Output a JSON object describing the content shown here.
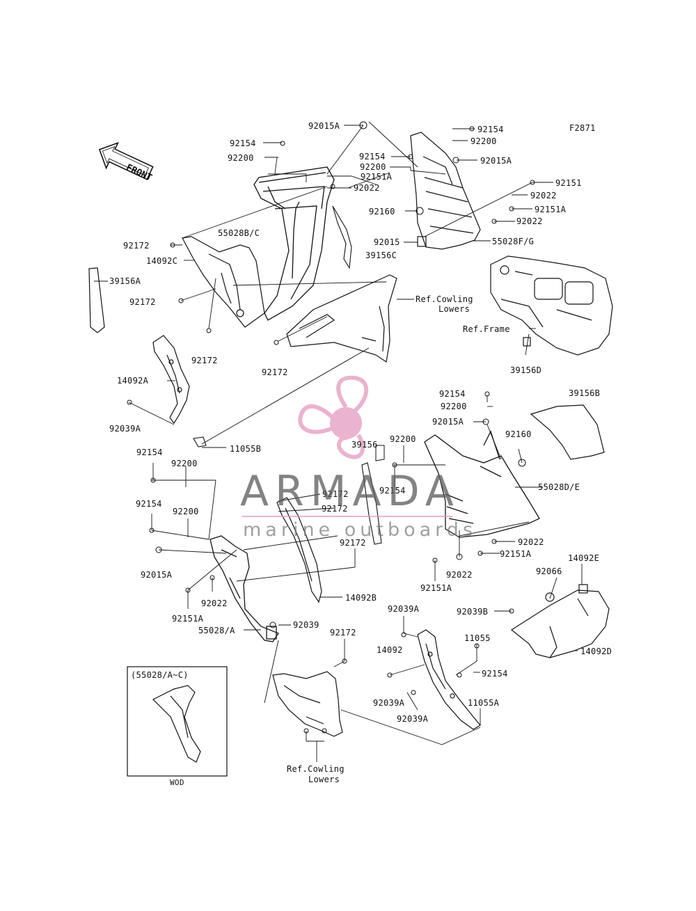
{
  "figure_code": "F2871",
  "front_label": "FRONT",
  "watermark": {
    "brand": "ARMADA",
    "tagline": "marine outboards",
    "color": "#e39ac0"
  },
  "inset": {
    "title": "(55028/A~C)",
    "caption": "WOD"
  },
  "labels": {
    "l01": "92015A",
    "l02": "92154",
    "l03": "92200",
    "l04": "92154",
    "l05": "92200",
    "l06": "92015A",
    "l07": "92154",
    "l08": "92200",
    "l09": "92151A",
    "l10": "92022",
    "l11": "92151",
    "l12": "92022",
    "l13": "92151A",
    "l14": "92022",
    "l15": "92160",
    "l16": "92015",
    "l17": "55028F/G",
    "l18": "55028B/C",
    "l19": "39156C",
    "l20": "92172",
    "l21": "14092C",
    "l22": "39156A",
    "l23": "92172",
    "l24": "92172",
    "l25": "92172",
    "l26": "Ref.Cowling",
    "l27": "Lowers",
    "l28": "Ref.Frame",
    "l29": "39156D",
    "l30": "14092A",
    "l31": "92039A",
    "l32": "11055B",
    "l33": "92154",
    "l34": "92200",
    "l35": "92015A",
    "l36": "39156B",
    "l37": "92160",
    "l38": "39156",
    "l39": "92200",
    "l40": "92154",
    "l41": "92200",
    "l42": "92154",
    "l43": "92172",
    "l44": "92172",
    "l45": "55028D/E",
    "l46": "92154",
    "l47": "92200",
    "l48": "92172",
    "l49": "92022",
    "l50": "92151A",
    "l51": "92015A",
    "l52": "92022",
    "l53": "92151A",
    "l54": "14092E",
    "l55": "92066",
    "l56": "92022",
    "l57": "92151A",
    "l58": "14092B",
    "l59": "92039B",
    "l60": "92039A",
    "l61": "92039",
    "l62": "55028/A",
    "l63": "92172",
    "l64": "11055",
    "l65": "14092",
    "l66": "14092D",
    "l67": "92154",
    "l68": "92039A",
    "l69": "11055A",
    "l70": "92039A",
    "l71": "Ref.Cowling",
    "l72": "Lowers"
  }
}
